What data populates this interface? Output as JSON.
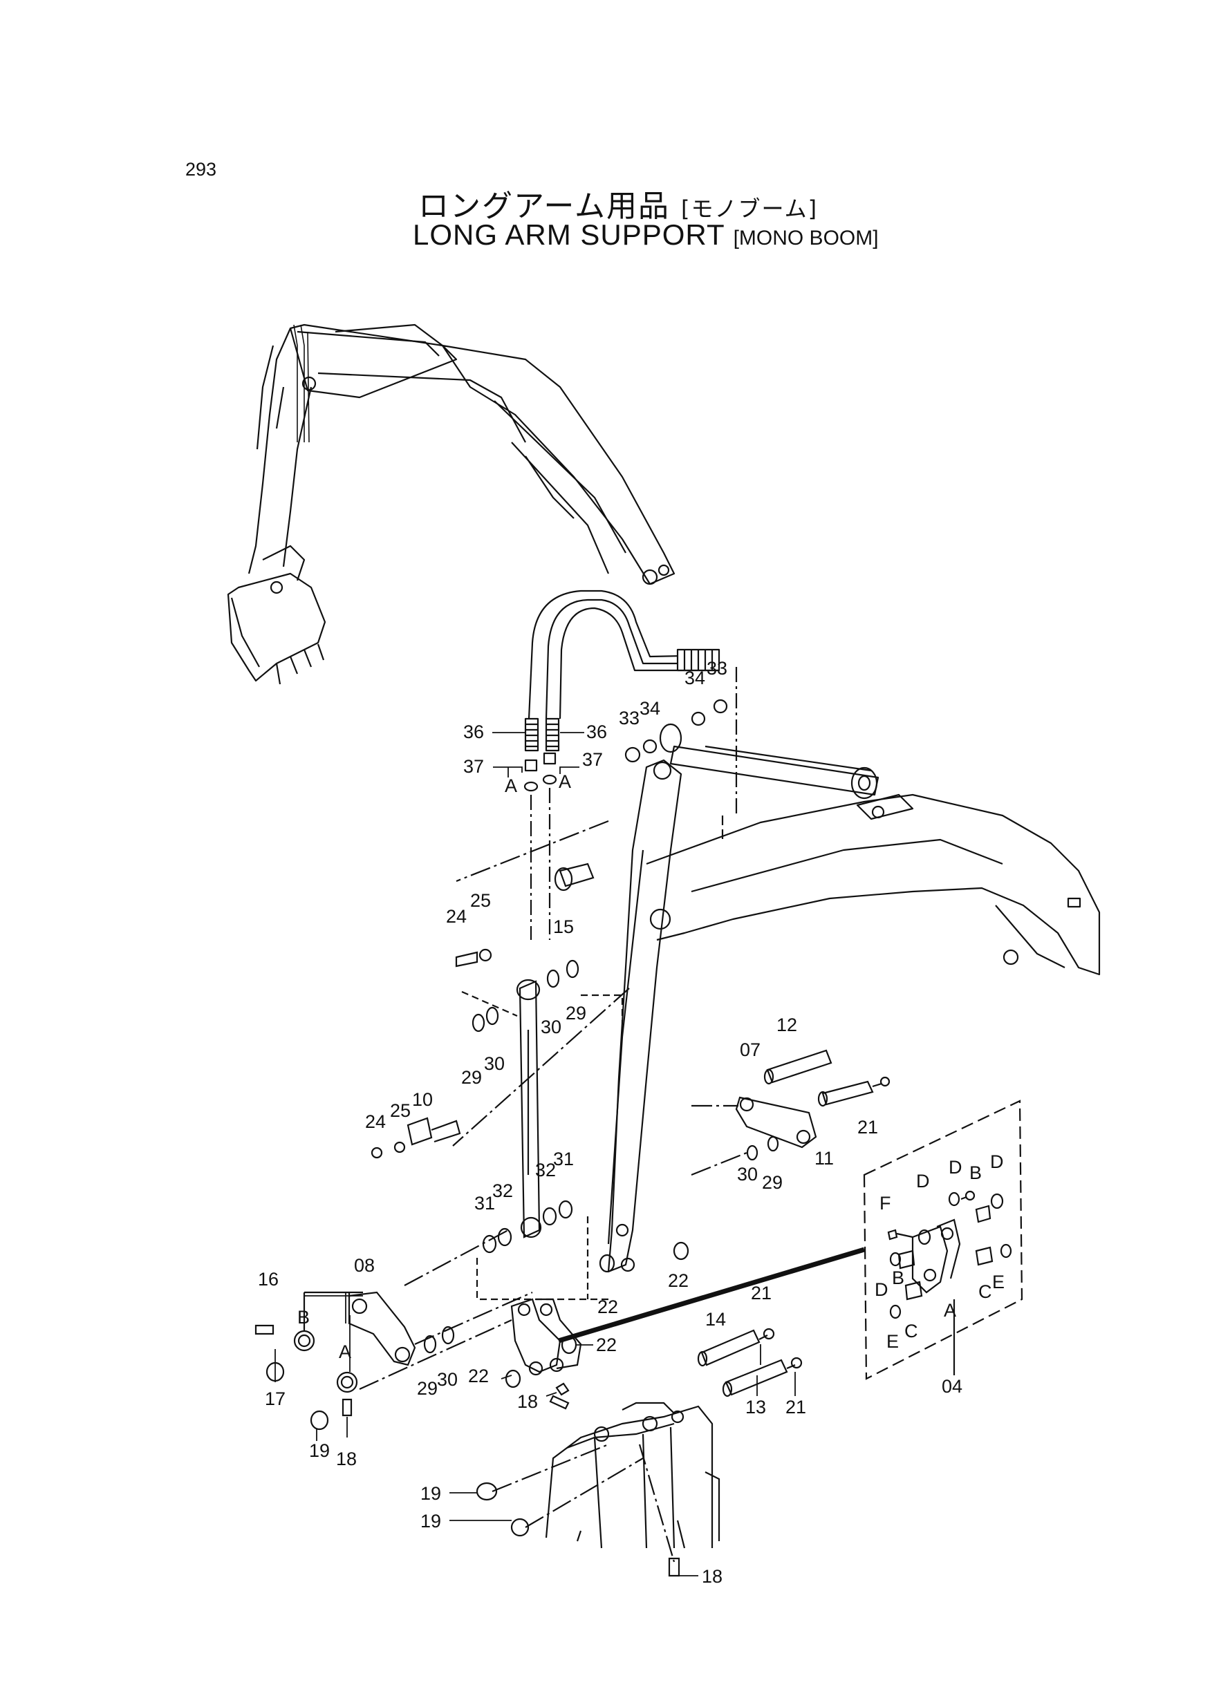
{
  "page_number": "293",
  "title": {
    "jp_main": "ロングアーム用品",
    "jp_sub": "[モノブーム]",
    "en_main": "LONG ARM SUPPORT",
    "en_sub": "[MONO BOOM]"
  },
  "callouts": {
    "c36a": "36",
    "c36b": "36",
    "c37a": "37",
    "c37b": "37",
    "cAa": "A",
    "cAb": "A",
    "c33a": "33",
    "c34a": "34",
    "c33b": "33",
    "c34b": "34",
    "c24a": "24",
    "c25a": "25",
    "c15": "15",
    "c30a": "30",
    "c29a": "29",
    "c29b": "29",
    "c30b": "30",
    "c24b": "24",
    "c25b": "25",
    "c10": "10",
    "c31a": "31",
    "c32a": "32",
    "c31b": "31",
    "c32b": "32",
    "c12": "12",
    "c07": "07",
    "c21a": "21",
    "c11": "11",
    "c30c": "30",
    "c29c": "29",
    "c22a": "22",
    "c22b": "22",
    "c22c": "22",
    "c22d": "22",
    "c16": "16",
    "c08": "08",
    "cB1": "B",
    "cA1": "A",
    "c17": "17",
    "c19a": "19",
    "c18a": "18",
    "c29d": "29",
    "c30d": "30",
    "c14": "14",
    "c21b": "21",
    "c13": "13",
    "c21c": "21",
    "c18b": "18",
    "c19b": "19",
    "c19c": "19",
    "c18c": "18",
    "cF": "F",
    "cD1": "D",
    "cD2": "D",
    "cB2": "B",
    "cD3": "D",
    "cD4": "D",
    "cB3": "B",
    "cC1": "C",
    "cE1": "E",
    "cA2": "A",
    "cE2": "E",
    "cC2": "C",
    "c04": "04"
  }
}
